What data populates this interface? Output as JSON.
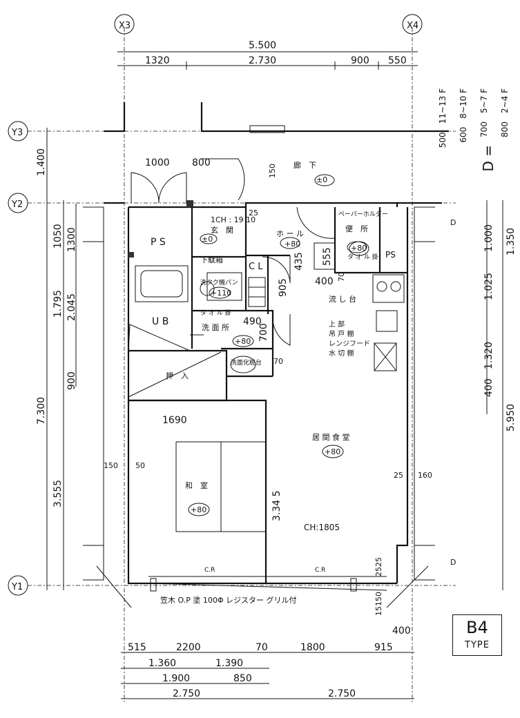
{
  "grid": {
    "x3": "X3",
    "x4": "X4",
    "y1": "Y1",
    "y2": "Y2",
    "y3": "Y3"
  },
  "dims_top": {
    "total": "5.500",
    "seg1": "1320",
    "seg2": "2.730",
    "seg3": "900",
    "seg4": "550"
  },
  "dims_left": {
    "d1400": "1.400",
    "d1050": "1050",
    "d1300": "1300",
    "d1795": "1.795",
    "d2045": "2.045",
    "d900": "900",
    "d7300": "7.300",
    "d3555": "3.555"
  },
  "dims_right": {
    "d1000": "1.000",
    "d1350": "1.350",
    "d1025": "1.025",
    "d1320": "1.320",
    "d400": "400",
    "d5950": "5.950",
    "d25": "25",
    "d160": "160",
    "d2525": "2525",
    "d15150": "15150",
    "d400b": "400"
  },
  "dims_bottom": {
    "a515": "515",
    "a2200": "2200",
    "a70": "70",
    "a1800": "1800",
    "a915": "915",
    "b1360": "1.360",
    "b1390": "1.390",
    "c1900": "1.900",
    "c850": "850",
    "e2750a": "2.750",
    "e2750b": "2.750"
  },
  "inner_dims": {
    "i1000": "1000",
    "i800": "800",
    "i150": "150",
    "i25": "25",
    "i435": "435",
    "i555": "555",
    "i400": "400",
    "i70": "70",
    "i905": "905",
    "i490": "490",
    "i700": "700",
    "i70b": "70",
    "i1690": "1690",
    "i150b": "150",
    "i50": "50",
    "i3345": "3.34 5",
    "ch1": "1CH : 19 10",
    "ch2": "CH:1805"
  },
  "rooms": {
    "corridor": "廊　下",
    "corridor_lvl": "±0",
    "ps1": "P S",
    "ps2": "PS",
    "entrance": "玄　関",
    "entrance_lvl": "±0",
    "hall": "ホ ー ル",
    "hall_lvl": "+80",
    "toilet": "便　所",
    "toilet_lvl": "+80",
    "paper_holder": "ペーパーホルダー",
    "towel_bar": "タ オ ル 掛",
    "shoe_box": "下駄箱",
    "cl": "C L",
    "washer_pan": "洗タク機パン",
    "washer_lvl": "+110",
    "towel_bar2": "タ オ ル 掛",
    "ub": "U B",
    "washroom": "洗 面 所",
    "washroom_lvl": "+80",
    "vanity": "洗面化粧台",
    "sink": "流 し 台",
    "kitchen_note1": "上 部",
    "kitchen_note2": "吊 戸 棚",
    "kitchen_note3": "レンジフード",
    "kitchen_note4": "水 切 棚",
    "closet": "押　入",
    "washitsu": "和　室",
    "washitsu_lvl": "+80",
    "ldk": "居 間 食 堂",
    "ldk_lvl": "+80",
    "cr1": "C.R",
    "cr2": "C.R",
    "d1": "D",
    "d2": "D",
    "bottom_note": "笠木 O.P 塗 100Φ レジスター グリル付"
  },
  "floor_table": {
    "col1": "500　11~13 F",
    "col2": "600　8~10 F",
    "col3": "700　5~7 F",
    "col4": "800　2~4 F",
    "d_eq": "D ="
  },
  "type_label": {
    "code": "B4",
    "word": "TYPE"
  }
}
